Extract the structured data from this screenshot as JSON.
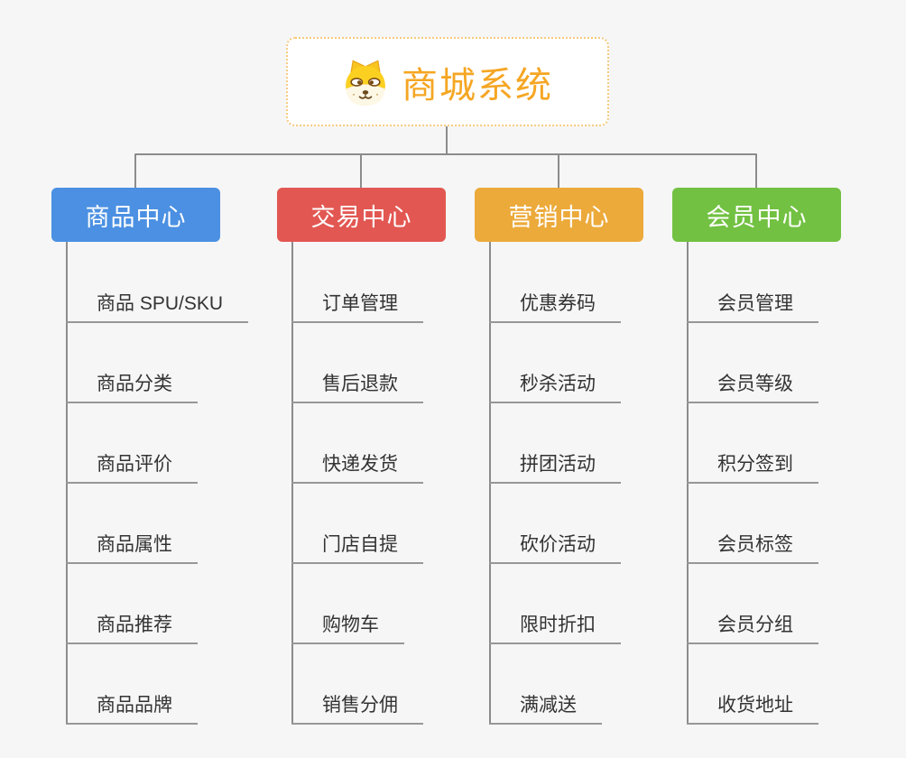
{
  "root": {
    "title": "商城系统",
    "icon": "dog-face-icon"
  },
  "branches": [
    {
      "label": "商品中心",
      "color": "#4b90e2",
      "items": [
        "商品 SPU/SKU",
        "商品分类",
        "商品评价",
        "商品属性",
        "商品推荐",
        "商品品牌"
      ]
    },
    {
      "label": "交易中心",
      "color": "#e25752",
      "items": [
        "订单管理",
        "售后退款",
        "快递发货",
        "门店自提",
        "购物车",
        "销售分佣"
      ]
    },
    {
      "label": "营销中心",
      "color": "#ecaa3b",
      "items": [
        "优惠券码",
        "秒杀活动",
        "拼团活动",
        "砍价活动",
        "限时折扣",
        "满减送"
      ]
    },
    {
      "label": "会员中心",
      "color": "#72c142",
      "items": [
        "会员管理",
        "会员等级",
        "积分签到",
        "会员标签",
        "会员分组",
        "收货地址"
      ]
    }
  ],
  "colors": {
    "background": "#f6f6f6",
    "root_text": "#f5a623",
    "root_border": "#f6c97e",
    "connector": "#8c8c8c",
    "leaf_text": "#333333"
  }
}
